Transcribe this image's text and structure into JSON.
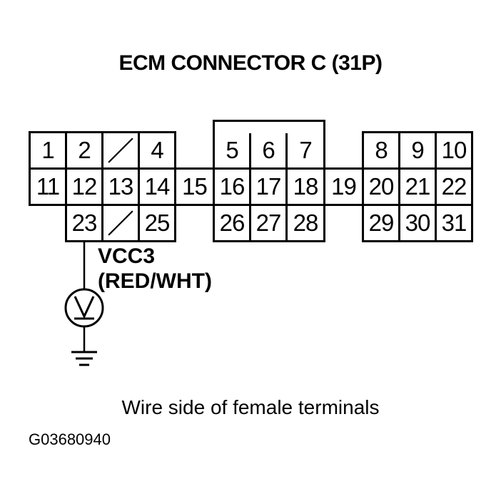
{
  "title": "ECM CONNECTOR C (31P)",
  "terminals": {
    "t1": "1",
    "t2": "2",
    "t4": "4",
    "t5": "5",
    "t6": "6",
    "t7": "7",
    "t8": "8",
    "t9": "9",
    "t10": "10",
    "t11": "11",
    "t12": "12",
    "t13": "13",
    "t14": "14",
    "t15": "15",
    "t16": "16",
    "t17": "17",
    "t18": "18",
    "t19": "19",
    "t20": "20",
    "t21": "21",
    "t22": "22",
    "t23": "23",
    "t25": "25",
    "t26": "26",
    "t27": "27",
    "t28": "28",
    "t29": "29",
    "t30": "30",
    "t31": "31"
  },
  "wire": {
    "name": "VCC3",
    "color": "(RED/WHT)"
  },
  "meter_icon": "voltmeter-icon",
  "ground_icon": "ground-icon",
  "caption": "Wire side of female terminals",
  "figure_code": "G03680940"
}
